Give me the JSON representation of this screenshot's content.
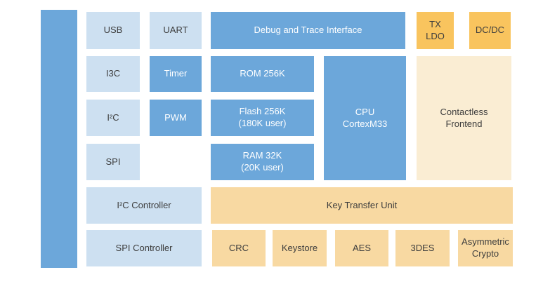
{
  "diagram": {
    "type": "soc-block-diagram",
    "palette": {
      "block_blue": "#6CA7DA",
      "block_light_blue": "#CDE0F1",
      "block_orange": "#F9C45E",
      "block_light_orange": "#F8D9A2",
      "block_cream": "#FAEDD3",
      "text_dark": "#3d3d3d",
      "text_light": "#ffffff",
      "background": "#ffffff"
    },
    "blocks": {
      "bus": {
        "label": ""
      },
      "usb": {
        "label": "USB"
      },
      "uart": {
        "label": "UART"
      },
      "debug": {
        "label": "Debug and Trace Interface"
      },
      "txldo": {
        "label": "TX\nLDO"
      },
      "dcdc": {
        "label": "DC/DC"
      },
      "i3c": {
        "label": "I3C"
      },
      "timer": {
        "label": "Timer"
      },
      "rom": {
        "label": "ROM 256K"
      },
      "cpu": {
        "label": "CPU\nCortexM33"
      },
      "contactless": {
        "label": "Contactless\nFrontend"
      },
      "i2c": {
        "label": "I²C"
      },
      "pwm": {
        "label": "PWM"
      },
      "flash": {
        "label": "Flash 256K\n(180K user)"
      },
      "spi": {
        "label": "SPI"
      },
      "ram": {
        "label": "RAM 32K\n(20K user)"
      },
      "i2c_controller": {
        "label": "I²C Controller"
      },
      "key_transfer_unit": {
        "label": "Key Transfer Unit"
      },
      "spi_controller": {
        "label": "SPI Controller"
      },
      "crc": {
        "label": "CRC"
      },
      "keystore": {
        "label": "Keystore"
      },
      "aes": {
        "label": "AES"
      },
      "des3": {
        "label": "3DES"
      },
      "asymmetric_crypto": {
        "label": "Asymmetric\nCrypto"
      }
    }
  }
}
